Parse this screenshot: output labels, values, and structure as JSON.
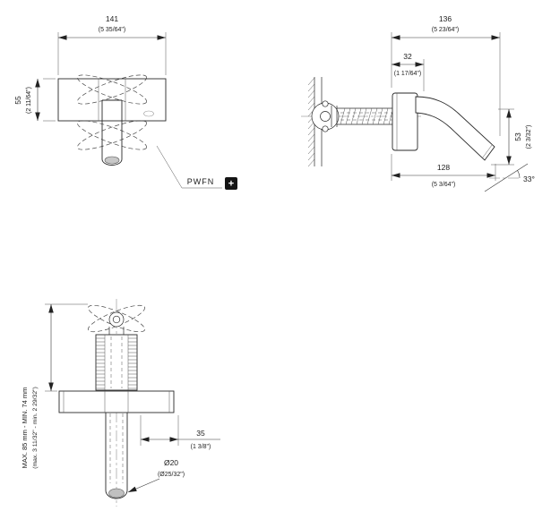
{
  "drawing": {
    "front_view": {
      "dim_width_mm": "141",
      "dim_width_in": "(5 35/64\")",
      "dim_height_mm": "55",
      "dim_height_in": "(2 11/64\")",
      "finish_label": "PWFN",
      "finish_plus": "+"
    },
    "side_view": {
      "dim_total_depth_mm": "136",
      "dim_total_depth_in": "(5 23/64\")",
      "dim_body_depth_mm": "32",
      "dim_body_depth_in": "(1 17/64\")",
      "dim_drop_mm": "53",
      "dim_drop_in": "(2 3/32\")",
      "dim_reach_mm": "128",
      "dim_reach_in": "(5 3/64\")",
      "dim_angle": "33°"
    },
    "section_view": {
      "dim_offset_mm": "35",
      "dim_offset_in": "(1 3/8\")",
      "dim_diameter_mm": "Ø20",
      "dim_diameter_in": "(Ø25/32\")",
      "dim_depth_range_mm": "MAX. 85 mm - MIN. 74 mm",
      "dim_depth_range_in": "(max. 3 11/32\" - min. 2 29/32\")"
    }
  }
}
